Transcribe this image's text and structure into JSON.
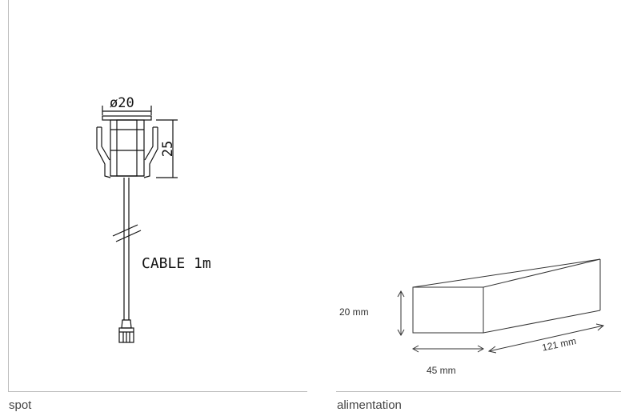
{
  "spot": {
    "caption": "spot",
    "diameter_label": "ø20",
    "height_label": "25",
    "cable_label": "CABLE 1m"
  },
  "alimentation": {
    "caption": "alimentation",
    "height_label": "20 mm",
    "width_label": "45 mm",
    "length_label": "121 mm"
  }
}
